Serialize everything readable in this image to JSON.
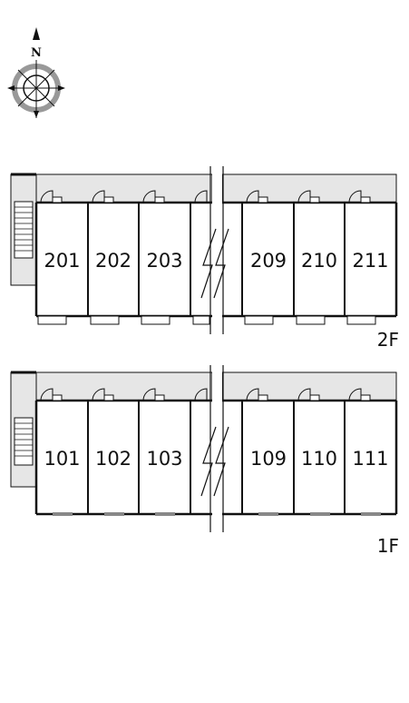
{
  "compass": {
    "north_label": "N"
  },
  "floors": [
    {
      "id": "2f",
      "label": "2F",
      "rooms_left": [
        "201",
        "202",
        "203"
      ],
      "rooms_right": [
        "209",
        "210",
        "211"
      ]
    },
    {
      "id": "1f",
      "label": "1F",
      "rooms_left": [
        "101",
        "102",
        "103"
      ],
      "rooms_right": [
        "109",
        "110",
        "111"
      ]
    }
  ],
  "colors": {
    "line": "#111111",
    "corridor": "#e6e6e6",
    "background": "#ffffff"
  }
}
